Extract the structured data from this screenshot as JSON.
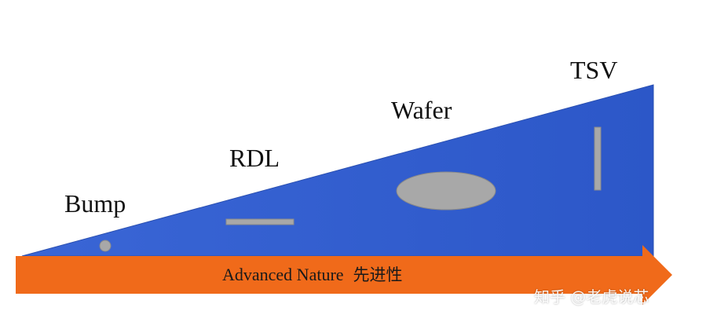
{
  "diagram": {
    "stages": [
      {
        "id": "bump",
        "label": "Bump"
      },
      {
        "id": "rdl",
        "label": "RDL"
      },
      {
        "id": "wafer",
        "label": "Wafer"
      },
      {
        "id": "tsv",
        "label": "TSV"
      }
    ],
    "arrow": {
      "label": "Advanced Nature",
      "label_cn": "先进性"
    },
    "watermark": "知乎 @老虎说芯",
    "colors": {
      "wedge": "#2f5bcc",
      "wedge_edge": "#2a4fb0",
      "arrow": "#f06a1a",
      "shape": "#a8a8a8",
      "shape_edge": "#8a8a8a"
    }
  }
}
